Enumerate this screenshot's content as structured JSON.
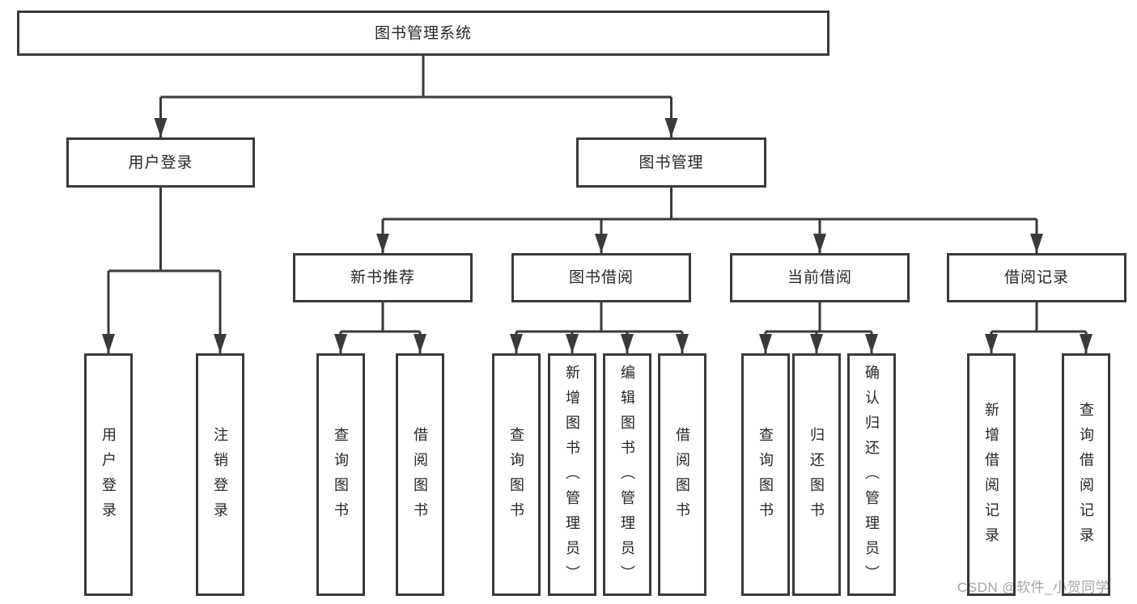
{
  "nodes": {
    "root": {
      "label": "图书管理系统"
    },
    "level1": [
      {
        "label": "用户登录"
      },
      {
        "label": "图书管理"
      }
    ],
    "level2": [
      {
        "label": "新书推荐"
      },
      {
        "label": "图书借阅"
      },
      {
        "label": "当前借阅"
      },
      {
        "label": "借阅记录"
      }
    ],
    "leaves": {
      "user_login": [
        {
          "label": "用户登录"
        },
        {
          "label": "注销登录"
        }
      ],
      "new_book_recommendation": [
        {
          "label": "查询图书"
        },
        {
          "label": "借阅图书"
        }
      ],
      "book_borrowing": [
        {
          "label": "查询图书"
        },
        {
          "label": "新增图书（管理员）"
        },
        {
          "label": "编辑图书（管理员）"
        },
        {
          "label": "借阅图书"
        }
      ],
      "current_borrowing": [
        {
          "label": "查询图书"
        },
        {
          "label": "归还图书"
        },
        {
          "label": "确认归还（管理员）"
        }
      ],
      "borrowing_records": [
        {
          "label": "新增借阅记录"
        },
        {
          "label": "查询借阅记录"
        }
      ]
    }
  },
  "watermark": {
    "text": "CSDN @软件_小贺同学"
  },
  "colors": {
    "line": "#3a3a3a",
    "text": "#262626",
    "background": "#ffffff",
    "watermark": "#a6a6a6"
  }
}
